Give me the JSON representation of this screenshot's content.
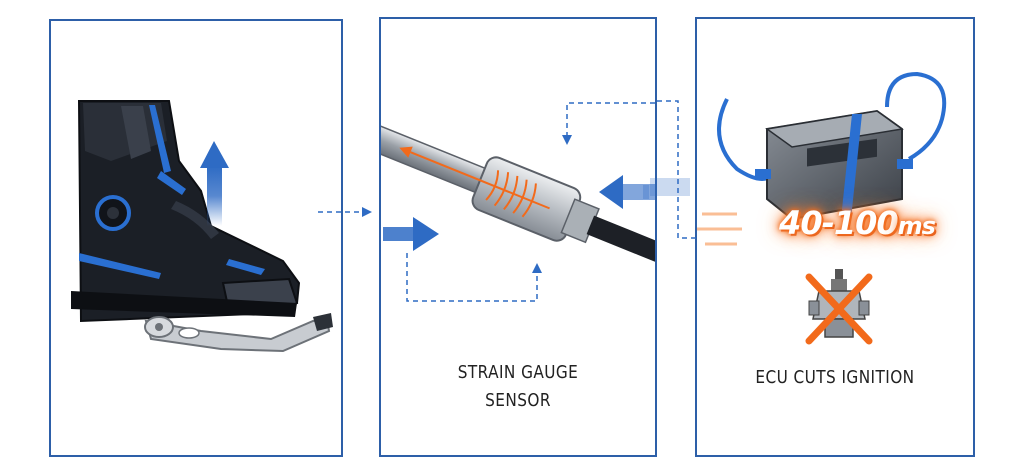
{
  "panels": [
    {
      "id": "boot-pedal"
    },
    {
      "id": "sensor",
      "caption_line1": "STRAIN GAUGE",
      "caption_line2": "SENSOR"
    },
    {
      "id": "ecu",
      "timing_value": "40-100",
      "timing_unit": "ms",
      "caption": "ECU CUTS IGNITION"
    }
  ],
  "colors": {
    "border": "#2d5fa8",
    "arrow": "#2e6bc4",
    "orange": "#f26a1b",
    "boot": "#1b1f26",
    "accent_blue": "#2a6fd1",
    "metal": "#b9bdc2"
  },
  "icons": [
    "up-arrow-icon",
    "right-arrow-icon",
    "left-arrow-icon",
    "crossed-spark-plug-icon"
  ]
}
